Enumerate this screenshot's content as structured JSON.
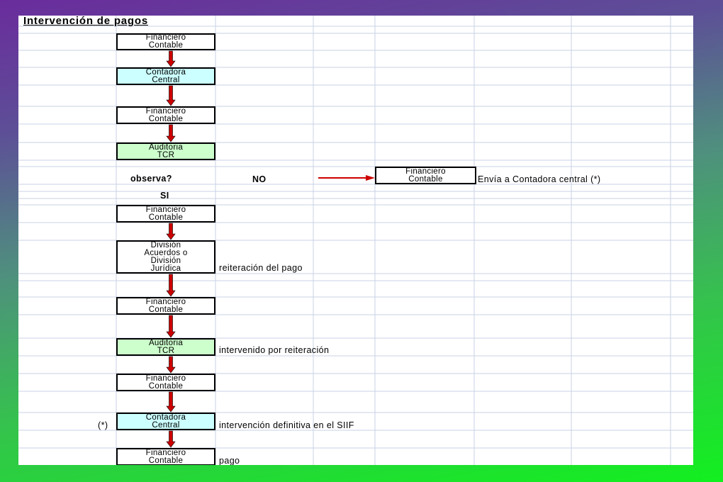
{
  "title": "Intervención de pagos",
  "flow": {
    "box1": [
      "Financiero",
      "Contable"
    ],
    "box2": [
      "Contadora",
      "Central"
    ],
    "box3": [
      "Financiero",
      "Contable"
    ],
    "box4": [
      "Auditoria",
      "TCR"
    ],
    "box5": [
      "Financiero",
      "Contable"
    ],
    "box6": [
      "División",
      "Acuerdos o",
      "División",
      "Jurídica"
    ],
    "box7": [
      "Financiero",
      "Contable"
    ],
    "box8": [
      "Auditoria",
      "TCR"
    ],
    "box9": [
      "Financiero",
      "Contable"
    ],
    "box10": [
      "Contadora",
      "Central"
    ],
    "box11": [
      "Financiero",
      "Contable"
    ],
    "side_box": [
      "Financiero",
      "Contable"
    ]
  },
  "labels": {
    "question": "observa?",
    "no": "NO",
    "yes": "SI",
    "side_note": "Envía a Contadora central (*)",
    "reiteration": "reiteración del pago",
    "intervened": "intervenido por reiteración",
    "definitive": "intervención definitiva en el SIIF",
    "payment": "pago",
    "asterisk": "(*)"
  },
  "colors": {
    "arrow": "#cc0000",
    "cyan_box": "#ccffff",
    "green_box": "#ccffcc",
    "grid_line": "#c8d2e6"
  }
}
